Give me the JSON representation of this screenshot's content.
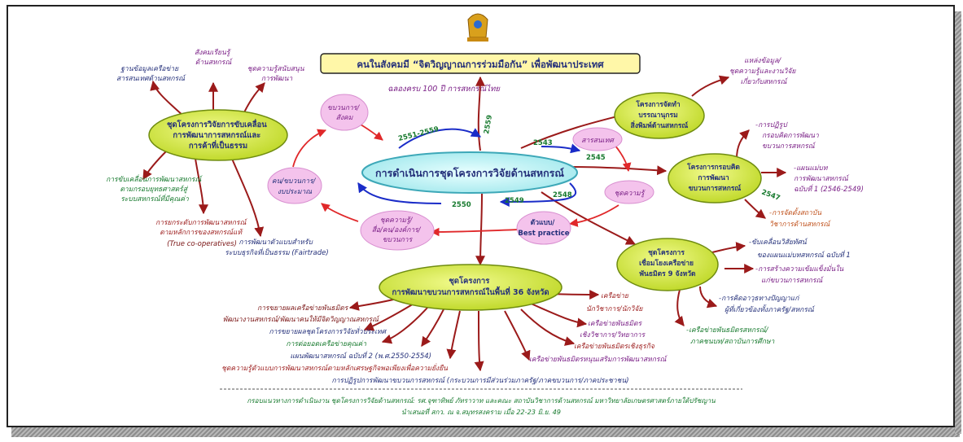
{
  "title_box": {
    "line1_a": "คนในสังคมมี “จิตวิญญาณการร่วมมือกัน” เพื่อพัฒนาประเทศ",
    "line2": "ฉลองครบ 100 ปี การสหกรณ์ไทย"
  },
  "center": {
    "label": "การดำเนินการชุดโครงการวิจัยด้านสหกรณ์"
  },
  "left_cluster": {
    "ellipse": [
      "ชุดโครงการวิจัยการขับเคลื่อน",
      "การพัฒนาการสหกรณ์และ",
      "การค้าที่เป็นธรรม"
    ],
    "top_items": [
      [
        "ฐานข้อมูลเครือข่าย",
        "สารสนเทศด้านสหกรณ์"
      ],
      [
        "สังคมเรียนรู้",
        "ด้านสหกรณ์"
      ],
      [
        "ชุดความรู้สนับสนุน",
        "การพัฒนา"
      ]
    ],
    "bottom_items": [
      [
        "การขับเคลื่อนการพัฒนาสหกรณ์",
        "ตามกรอบยุทธศาสตร์สู่",
        "ระบบสหกรณ์ที่มีคุณค่า"
      ],
      [
        "การยกระดับการพัฒนาสหกรณ์",
        "ตามหลักการของสหกรณ์แท้",
        "(True co-operatives)"
      ],
      [
        "การพัฒนาตัวแบบสำหรับ",
        "ระบบธุรกิจที่เป็นธรรม (Fairtrade)"
      ]
    ]
  },
  "pink_nodes": {
    "movement": [
      "ขบวนการ/",
      "สังคม"
    ],
    "people": [
      "คน/ขบวนการ/",
      "งบประมาณ"
    ],
    "kit": [
      "ชุดความรู้/",
      "สื่อ/คน/องค์การ/",
      "ขบวนการ"
    ],
    "info": [
      "สารสนเทศ"
    ],
    "knowledge": [
      "ชุดความรู้"
    ],
    "model": [
      "ตัวแบบ/",
      "Best practice"
    ]
  },
  "years": {
    "y2551": "2551-2559",
    "y2559": "2559",
    "y2543": "2543",
    "y2545": "2545",
    "y2548": "2548",
    "y2549": "2549",
    "y2550": "2550",
    "y2547": "2547"
  },
  "right_top": {
    "ellipse": [
      "โครงการจัดทำ",
      "บรรณานุกรม",
      "สิ่งพิมพ์ด้านสหกรณ์"
    ],
    "item": [
      "แหล่งข้อมูล/",
      "ชุดความรู้และงานวิจัย",
      "เกี่ยวกับสหกรณ์"
    ]
  },
  "right_mid": {
    "ellipse": [
      "โครงการกรอบคิด",
      "การพัฒนา",
      "ขบวนการสหกรณ์"
    ],
    "items": [
      [
        "-การปฏิรูป",
        "กรอบคิดการพัฒนา",
        "ขบวนการสหกรณ์"
      ],
      [
        "-แผนแม่บท",
        "การพัฒนาสหกรณ์",
        "ฉบับที่ 1 (2546-2549)"
      ],
      [
        "-การจัดตั้งสถาบัน",
        "วิชาการด้านสหกรณ์"
      ]
    ]
  },
  "right_bottom": {
    "ellipse": [
      "ชุดโครงการ",
      "เชื่อมโยงเครือข่าย",
      "พันธมิตร 9 จังหวัด"
    ],
    "items": [
      [
        "-ขับเคลื่อนวิสัยทัศน์",
        "ของแผนแม่บทสหกรณ์ ฉบับที่ 1"
      ],
      [
        "-การสร้างความเข้มแข็งมั่นใน",
        "แก่ขบวนการสหกรณ์"
      ],
      [
        "-การคิดอาวุธทางปัญญาแก่",
        "ผู้ที่เกี่ยวข้องทั้งภาครัฐ/สหกรณ์"
      ],
      [
        "-เครือข่ายพันธมิตรสหกรณ์/",
        "ภาคชนบท/สถาบันการศึกษา"
      ]
    ]
  },
  "bottom_cluster": {
    "ellipse": [
      "ชุดโครงการ",
      "การพัฒนาขบวนการสหกรณ์ในพื้นที่ 36 จังหวัด"
    ],
    "left_items": [
      [
        "การขยายผลเครือข่ายพันธมิตร",
        "พัฒนางานสหกรณ์/พัฒนาคนให้มีจิตวิญญาณสหกรณ์"
      ],
      [
        "การขยายผลชุดโครงการวิจัยทั่วประเทศ"
      ],
      [
        "การต่อยอดเครือข่ายคุณค่า"
      ],
      [
        "แผนพัฒนาสหกรณ์ ฉบับที่ 2 (พ.ศ.2550-2554)"
      ],
      [
        "ชุดความรู้ตัวแบบการพัฒนาสหกรณ์ตามหลักเศรษฐกิจพอเพียงเพื่อความยั่งยืน"
      ],
      [
        "การปฏิรูปการพัฒนาขบวนการสหกรณ์ (กระบวนการมีส่วนร่วมภาครัฐ/ภาคขบวนการ/ภาคประชาชน)"
      ]
    ],
    "right_items": [
      [
        "เครือข่าย",
        "นักวิชาการ/นักวิจัย"
      ],
      [
        "เครือข่ายพันธมิตร",
        "เชิงวิชาการ/วิทยาการ"
      ],
      [
        "เครือข่ายพันธมิตรเชิงธุรกิจ"
      ],
      [
        "เครือข่ายพันธมิตรหนุนเสริมการพัฒนาสหกรณ์"
      ]
    ]
  },
  "footer": {
    "line1": "กรอบแนวทางการดำเนินงาน ชุดโครงการวิจัยด้านสหกรณ์: รศ.จุฑาทิพย์ ภัทราวาท และคณะ  สถาบันวิชาการด้านสหกรณ์ มหาวิทยาลัยเกษตรศาสตร์ภายใต้ปรัชญาน",
    "line2": "นำเสนอที่ สกว. ณ จ.สมุทรสงคราม เมื่อ 22-23 มิ.ย. 49"
  },
  "colors": {
    "ellipse_green": "#d6ea3a",
    "ellipse_pink": "#f4c3ec",
    "center_fill": "#bff2f2",
    "arrow_red": "#9b1a1a",
    "arrow_blue": "#1a2cc8",
    "arrow_bright_red": "#e0282a"
  },
  "icons": {
    "emblem": "royal-emblem-icon"
  }
}
